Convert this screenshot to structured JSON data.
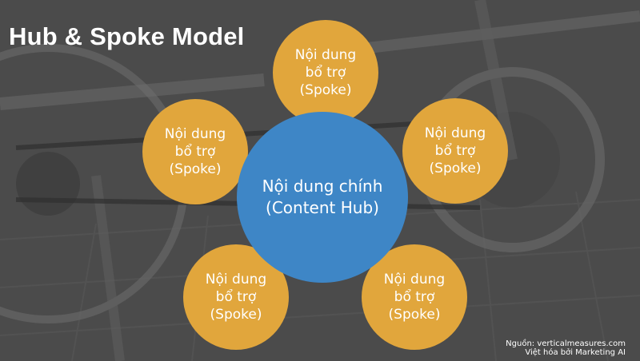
{
  "title": "Hub & Spoke Model",
  "hub": {
    "line1": "Nội dung chính",
    "line2": "(Content Hub)"
  },
  "spokes": [
    {
      "line1": "Nội dung",
      "line2": "bổ trợ",
      "line3": "(Spoke)"
    },
    {
      "line1": "Nội dung",
      "line2": "bổ trợ",
      "line3": "(Spoke)"
    },
    {
      "line1": "Nội dung",
      "line2": "bổ trợ",
      "line3": "(Spoke)"
    },
    {
      "line1": "Nội dung",
      "line2": "bổ trợ",
      "line3": "(Spoke)"
    },
    {
      "line1": "Nội dung",
      "line2": "bổ trợ",
      "line3": "(Spoke)"
    }
  ],
  "source": {
    "line1": "Nguồn: verticalmeasures.com",
    "line2": "Việt hóa bởi Marketing AI"
  },
  "colors": {
    "hub": "#3e86c6",
    "spoke": "#e1a63c",
    "background": "#4a4a4a"
  }
}
